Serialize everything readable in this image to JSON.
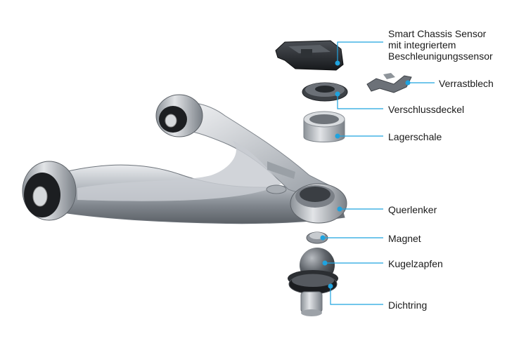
{
  "colors": {
    "accent": "#1fa3df",
    "text": "#1a1a1a",
    "background": "#ffffff"
  },
  "labels": {
    "sensor": [
      "Smart Chassis Sensor",
      "mit integriertem",
      "Beschleunigungssensor"
    ],
    "verrastblech": "Verrastblech",
    "verschlussdeckel": "Verschlussdeckel",
    "lagerschale": "Lagerschale",
    "querlenker": "Querlenker",
    "magnet": "Magnet",
    "kugelzapfen": "Kugelzapfen",
    "dichtring": "Dichtring"
  }
}
